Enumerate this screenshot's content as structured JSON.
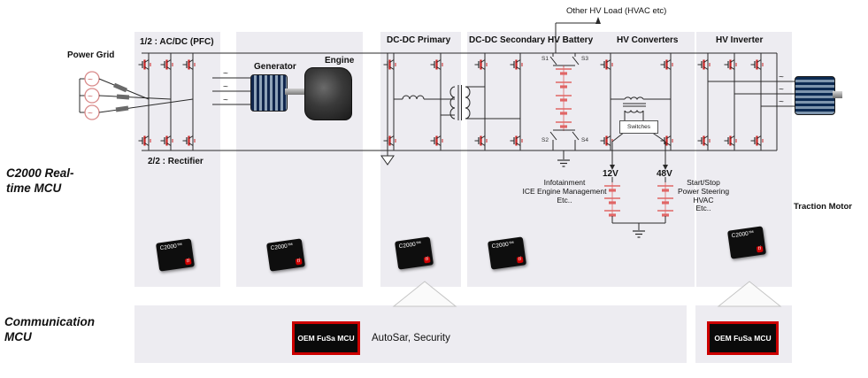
{
  "left_labels": {
    "realtime_mcu": "C2000 Real-\ntime MCU",
    "comm_mcu": "Communication\nMCU"
  },
  "headers": {
    "pfc": "1/2 : AC/DC (PFC)",
    "rectifier": "2/2 : Rectifier",
    "dcdc_primary": "DC-DC Primary",
    "dcdc_secondary": "DC-DC Secondary",
    "hv_battery": "HV Battery",
    "hv_converters": "HV Converters",
    "hv_inverter": "HV Inverter"
  },
  "annotations": {
    "other_hv_load": "Other HV Load (HVAC etc)",
    "power_grid": "Power Grid",
    "generator": "Generator",
    "engine": "Engine",
    "switches": "Switches",
    "rail_12v": "12V",
    "rail_48v": "48V",
    "loads_12v": "Infotainment\nICE Engine Management\nEtc..",
    "loads_48v": "Start/Stop\nPower Steering\nHVAC\nEtc..",
    "traction_motor": "Traction Motor",
    "s1": "S1",
    "s2": "S2",
    "s3": "S3",
    "s4": "S4",
    "tilde": "~"
  },
  "comm_bar": {
    "oem_fusa": "OEM FuSa MCU",
    "autosar": "AutoSar, Security"
  },
  "chip": {
    "label": "C2000™",
    "brand": "ti"
  },
  "colors": {
    "panel_bg": "#edecf1",
    "wire": "#2a2a2a",
    "accent_red": "#cc2222",
    "battery_red": "#e06666",
    "chip_bg": "#0e0e0e",
    "oem_border": "#cc0000",
    "arrow_fill": "#fafafa",
    "arrow_stroke": "#c5c5c5"
  }
}
